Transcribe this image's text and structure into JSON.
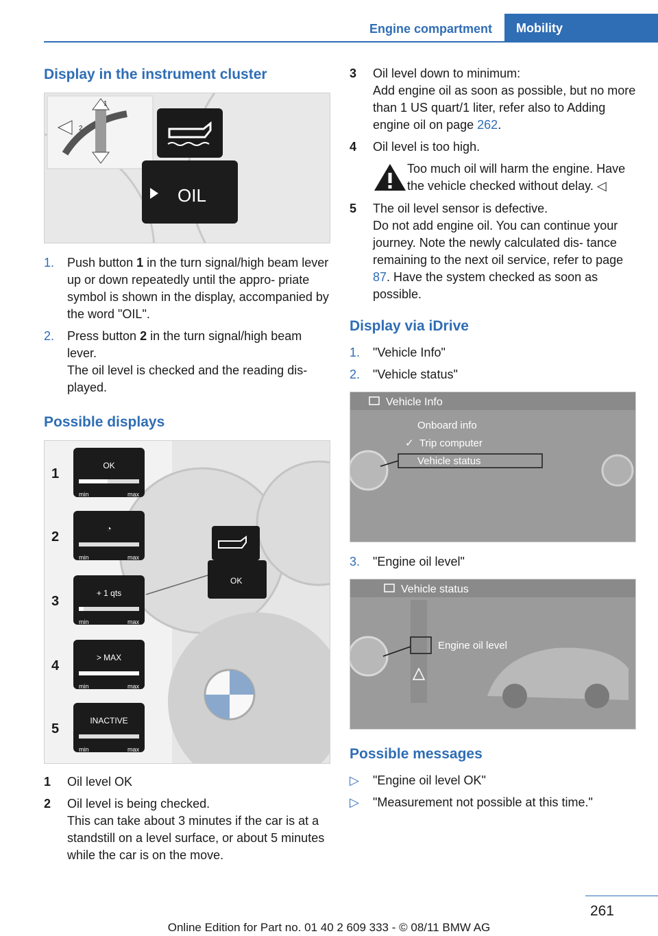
{
  "header": {
    "section": "Engine compartment",
    "tab": "Mobility"
  },
  "left": {
    "h1": "Display in the instrument cluster",
    "fig1": {
      "label_oil": "OIL",
      "label_1": "1",
      "label_2": "2"
    },
    "steps": [
      {
        "num": "1.",
        "a": "Push button ",
        "b": "1",
        "c": " in the turn signal/high beam lever up or down repeatedly until the appro- priate symbol is shown in the display, accompanied by the word \"OIL\"."
      },
      {
        "num": "2.",
        "a": "Press button ",
        "b": "2",
        "c": " in the turn signal/high beam lever.",
        "d": "The oil level is checked and the reading dis- played."
      }
    ],
    "h2": "Possible displays",
    "fig2": {
      "labels": [
        "1",
        "2",
        "3",
        "4",
        "5"
      ],
      "displays": [
        "OK",
        "◔",
        "+ 1 qts",
        "> MAX",
        "INACTIVE"
      ],
      "scale_min": "min",
      "scale_max": "max",
      "center_ok": "OK"
    },
    "items": [
      {
        "num": "1",
        "text": "Oil level OK"
      },
      {
        "num": "2",
        "text": "Oil level is being checked.",
        "text2": "This can take about 3 minutes if the car is at a standstill on a level surface, or about 5 minutes while the car is on the move."
      }
    ]
  },
  "right": {
    "item3": {
      "num": "3",
      "text": "Oil level down to minimum:",
      "text2a": "Add engine oil as soon as possible, but no more than 1 US quart/1 liter, refer also to Adding engine oil on page ",
      "link": "262",
      "text2b": "."
    },
    "item4": {
      "num": "4",
      "text": "Oil level is too high."
    },
    "warning": {
      "text": "Too much oil will harm the engine. Have the vehicle checked without delay.",
      "end": "◁"
    },
    "item5": {
      "num": "5",
      "text": "The oil level sensor is defective.",
      "text2a": "Do not add engine oil. You can continue your journey. Note the newly calculated dis- tance remaining to the next oil service, refer to page ",
      "link": "87",
      "text2b": ". Have the system checked as soon as possible."
    },
    "h3": "Display via iDrive",
    "steps": [
      {
        "num": "1.",
        "text": "\"Vehicle Info\""
      },
      {
        "num": "2.",
        "text": "\"Vehicle status\""
      }
    ],
    "screen1": {
      "title": "Vehicle Info",
      "items": [
        "Onboard info",
        "Trip computer",
        "Vehicle status"
      ]
    },
    "step3": {
      "num": "3.",
      "text": "\"Engine oil level\""
    },
    "screen2": {
      "title": "Vehicle status",
      "highlight": "Engine oil level"
    },
    "h4": "Possible messages",
    "messages": [
      {
        "bullet": "▷",
        "text": "\"Engine oil level OK\""
      },
      {
        "bullet": "▷",
        "text": "\"Measurement not possible at this time.\""
      }
    ]
  },
  "footer": {
    "page": "261",
    "edition": "Online Edition for Part no. 01 40 2 609 333 - © 08/11 BMW AG"
  }
}
